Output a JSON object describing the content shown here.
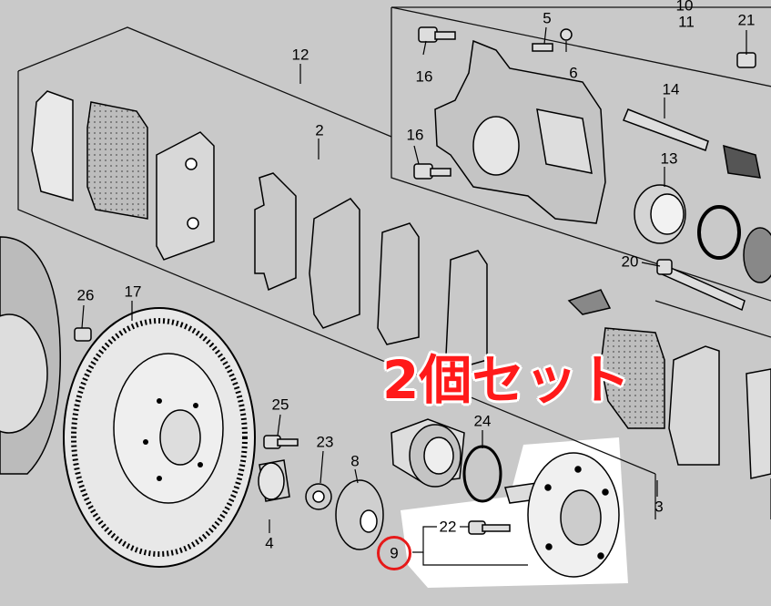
{
  "promo_text": "2個セット",
  "highlight_color": "#e61919",
  "callouts": [
    "10",
    "11",
    "21",
    "5",
    "6",
    "16",
    "12",
    "14",
    "2",
    "16",
    "13",
    "20",
    "26",
    "17",
    "25",
    "23",
    "8",
    "24",
    "22",
    "9",
    "4",
    "3"
  ]
}
